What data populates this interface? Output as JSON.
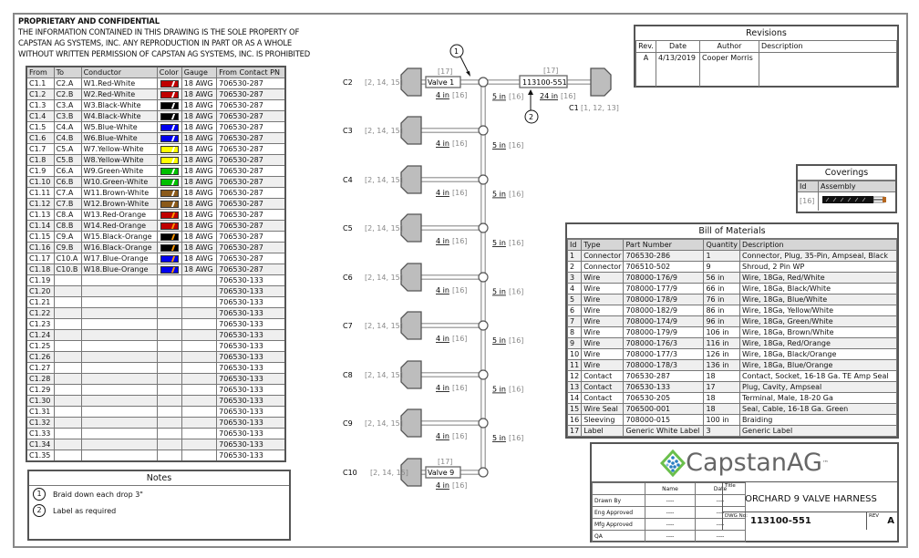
{
  "confidential": {
    "heading": "PROPRIETARY AND CONFIDENTIAL",
    "lines": [
      "THE INFORMATION CONTAINED IN THIS DRAWING IS THE SOLE PROPERTY OF",
      "CAPSTAN AG SYSTEMS, INC. ANY REPRODUCTION IN PART OR AS A WHOLE",
      "WITHOUT WRITTEN PERMISSION OF CAPSTAN AG SYSTEMS, INC. IS PROHIBITED"
    ]
  },
  "wire_table": {
    "headers": [
      "From",
      "To",
      "Conductor",
      "Color",
      "Gauge",
      "From Contact PN"
    ],
    "rows": [
      [
        "C1.1",
        "C2.A",
        "W1.Red-White",
        "#c00000",
        "#ffffff",
        "18 AWG",
        "706530-287"
      ],
      [
        "C1.2",
        "C2.B",
        "W2.Red-White",
        "#c00000",
        "#ffffff",
        "18 AWG",
        "706530-287"
      ],
      [
        "C1.3",
        "C3.A",
        "W3.Black-White",
        "#000000",
        "#ffffff",
        "18 AWG",
        "706530-287"
      ],
      [
        "C1.4",
        "C3.B",
        "W4.Black-White",
        "#000000",
        "#ffffff",
        "18 AWG",
        "706530-287"
      ],
      [
        "C1.5",
        "C4.A",
        "W5.Blue-White",
        "#0000ee",
        "#ffffff",
        "18 AWG",
        "706530-287"
      ],
      [
        "C1.6",
        "C4.B",
        "W6.Blue-White",
        "#0000ee",
        "#ffffff",
        "18 AWG",
        "706530-287"
      ],
      [
        "C1.7",
        "C5.A",
        "W7.Yellow-White",
        "#ffff00",
        "#ffffff",
        "18 AWG",
        "706530-287"
      ],
      [
        "C1.8",
        "C5.B",
        "W8.Yellow-White",
        "#ffff00",
        "#ffffff",
        "18 AWG",
        "706530-287"
      ],
      [
        "C1.9",
        "C6.A",
        "W9.Green-White",
        "#00c000",
        "#ffffff",
        "18 AWG",
        "706530-287"
      ],
      [
        "C1.10",
        "C6.B",
        "W10.Green-White",
        "#00c000",
        "#ffffff",
        "18 AWG",
        "706530-287"
      ],
      [
        "C1.11",
        "C7.A",
        "W11.Brown-White",
        "#8b5a1a",
        "#ffffff",
        "18 AWG",
        "706530-287"
      ],
      [
        "C1.12",
        "C7.B",
        "W12.Brown-White",
        "#8b5a1a",
        "#ffffff",
        "18 AWG",
        "706530-287"
      ],
      [
        "C1.13",
        "C8.A",
        "W13.Red-Orange",
        "#c00000",
        "#ff9900",
        "18 AWG",
        "706530-287"
      ],
      [
        "C1.14",
        "C8.B",
        "W14.Red-Orange",
        "#c00000",
        "#ff9900",
        "18 AWG",
        "706530-287"
      ],
      [
        "C1.15",
        "C9.A",
        "W15.Black-Orange",
        "#000000",
        "#ff9900",
        "18 AWG",
        "706530-287"
      ],
      [
        "C1.16",
        "C9.B",
        "W16.Black-Orange",
        "#000000",
        "#ff9900",
        "18 AWG",
        "706530-287"
      ],
      [
        "C1.17",
        "C10.A",
        "W17.Blue-Orange",
        "#0000ee",
        "#ff9900",
        "18 AWG",
        "706530-287"
      ],
      [
        "C1.18",
        "C10.B",
        "W18.Blue-Orange",
        "#0000ee",
        "#ff9900",
        "18 AWG",
        "706530-287"
      ],
      [
        "C1.19",
        "",
        "",
        "",
        "",
        "",
        "706530-133"
      ],
      [
        "C1.20",
        "",
        "",
        "",
        "",
        "",
        "706530-133"
      ],
      [
        "C1.21",
        "",
        "",
        "",
        "",
        "",
        "706530-133"
      ],
      [
        "C1.22",
        "",
        "",
        "",
        "",
        "",
        "706530-133"
      ],
      [
        "C1.23",
        "",
        "",
        "",
        "",
        "",
        "706530-133"
      ],
      [
        "C1.24",
        "",
        "",
        "",
        "",
        "",
        "706530-133"
      ],
      [
        "C1.25",
        "",
        "",
        "",
        "",
        "",
        "706530-133"
      ],
      [
        "C1.26",
        "",
        "",
        "",
        "",
        "",
        "706530-133"
      ],
      [
        "C1.27",
        "",
        "",
        "",
        "",
        "",
        "706530-133"
      ],
      [
        "C1.28",
        "",
        "",
        "",
        "",
        "",
        "706530-133"
      ],
      [
        "C1.29",
        "",
        "",
        "",
        "",
        "",
        "706530-133"
      ],
      [
        "C1.30",
        "",
        "",
        "",
        "",
        "",
        "706530-133"
      ],
      [
        "C1.31",
        "",
        "",
        "",
        "",
        "",
        "706530-133"
      ],
      [
        "C1.32",
        "",
        "",
        "",
        "",
        "",
        "706530-133"
      ],
      [
        "C1.33",
        "",
        "",
        "",
        "",
        "",
        "706530-133"
      ],
      [
        "C1.34",
        "",
        "",
        "",
        "",
        "",
        "706530-133"
      ],
      [
        "C1.35",
        "",
        "",
        "",
        "",
        "",
        "706530-133"
      ]
    ]
  },
  "notes": {
    "title": "Notes",
    "items": [
      {
        "num": "1",
        "text": "Braid down each drop 3\""
      },
      {
        "num": "2",
        "text": "Label as required"
      }
    ]
  },
  "diagram": {
    "main": {
      "label": "C1",
      "refs": "[1, 12, 13]",
      "tag": "113100-551",
      "tag_ref": "[17]",
      "length": "24 in",
      "length_ref": "[16]"
    },
    "trunk_length": "5 in",
    "trunk_ref": "[16]",
    "drops": [
      {
        "label": "C2",
        "refs": "[2, 14, 15]",
        "length": "4 in",
        "ref": "[16]",
        "tag": "Valve 1",
        "tag_ref": "[17]"
      },
      {
        "label": "C3",
        "refs": "[2, 14, 15]",
        "length": "4 in",
        "ref": "[16]"
      },
      {
        "label": "C4",
        "refs": "[2, 14, 15]",
        "length": "4 in",
        "ref": "[16]"
      },
      {
        "label": "C5",
        "refs": "[2, 14, 15]",
        "length": "4 in",
        "ref": "[16]"
      },
      {
        "label": "C6",
        "refs": "[2, 14, 15]",
        "length": "4 in",
        "ref": "[16]"
      },
      {
        "label": "C7",
        "refs": "[2, 14, 15]",
        "length": "4 in",
        "ref": "[16]"
      },
      {
        "label": "C8",
        "refs": "[2, 14, 15]",
        "length": "4 in",
        "ref": "[16]"
      },
      {
        "label": "C9",
        "refs": "[2, 14, 15]",
        "length": "4 in",
        "ref": "[16]"
      },
      {
        "label": "C10",
        "refs": "[2, 14, 15]",
        "length": "4 in",
        "ref": "[16]",
        "tag": "Valve 9",
        "tag_ref": "[17]"
      }
    ],
    "callouts": [
      "1",
      "2"
    ]
  },
  "revisions": {
    "title": "Revisions",
    "headers": [
      "Rev.",
      "Date",
      "Author",
      "Description"
    ],
    "rows": [
      [
        "A",
        "4/13/2019",
        "Cooper Morris",
        ""
      ]
    ]
  },
  "coverings": {
    "title": "Coverings",
    "headers": [
      "Id",
      "Assembly"
    ],
    "rows": [
      {
        "id": "[16]"
      }
    ]
  },
  "bom": {
    "title": "Bill of Materials",
    "headers": [
      "Id",
      "Type",
      "Part Number",
      "Quantity",
      "Description"
    ],
    "rows": [
      [
        "1",
        "Connector",
        "706530-286",
        "1",
        "Connector, Plug, 35-Pin, Ampseal, Black"
      ],
      [
        "2",
        "Connector",
        "706510-502",
        "9",
        "Shroud, 2 Pin WP"
      ],
      [
        "3",
        "Wire",
        "708000-176/9",
        "56 in",
        "Wire, 18Ga, Red/White"
      ],
      [
        "4",
        "Wire",
        "708000-177/9",
        "66 in",
        "Wire, 18Ga, Black/White"
      ],
      [
        "5",
        "Wire",
        "708000-178/9",
        "76 in",
        "Wire, 18Ga, Blue/White"
      ],
      [
        "6",
        "Wire",
        "708000-182/9",
        "86 in",
        "Wire, 18Ga, Yellow/White"
      ],
      [
        "7",
        "Wire",
        "708000-174/9",
        "96 in",
        "Wire, 18Ga, Green/White"
      ],
      [
        "8",
        "Wire",
        "708000-179/9",
        "106 in",
        "Wire, 18Ga, Brown/White"
      ],
      [
        "9",
        "Wire",
        "708000-176/3",
        "116 in",
        "Wire, 18Ga, Red/Orange"
      ],
      [
        "10",
        "Wire",
        "708000-177/3",
        "126 in",
        "Wire, 18Ga, Black/Orange"
      ],
      [
        "11",
        "Wire",
        "708000-178/3",
        "136 in",
        "Wire, 18Ga, Blue/Orange"
      ],
      [
        "12",
        "Contact",
        "706530-287",
        "18",
        "Contact, Socket, 16-18 Ga. TE Amp Seal"
      ],
      [
        "13",
        "Contact",
        "706530-133",
        "17",
        "Plug, Cavity, Ampseal"
      ],
      [
        "14",
        "Contact",
        "706530-205",
        "18",
        "Terminal, Male, 18-20 Ga"
      ],
      [
        "15",
        "Wire Seal",
        "706500-001",
        "18",
        "Seal, Cable, 16-18 Ga. Green"
      ],
      [
        "16",
        "Sleeving",
        "708000-015",
        "100 in",
        "Braiding"
      ],
      [
        "17",
        "Label",
        "Generic White Label",
        "3",
        "Generic Label"
      ]
    ]
  },
  "title_block": {
    "logo_text": "CapstanAG",
    "logo_tm": "™",
    "col_headers": [
      "",
      "Name",
      "Date"
    ],
    "rows": [
      [
        "Drawn By",
        "----",
        "----"
      ],
      [
        "Eng Approved",
        "----",
        "----"
      ],
      [
        "Mfg Approved",
        "----",
        "----"
      ],
      [
        "QA",
        "----",
        "----"
      ]
    ],
    "title_label": "Title",
    "title": "ORCHARD 9 VALVE HARNESS",
    "dwg_label": "DWG No:",
    "dwg_no": "113100-551",
    "rev_label": "REV",
    "rev": "A"
  }
}
